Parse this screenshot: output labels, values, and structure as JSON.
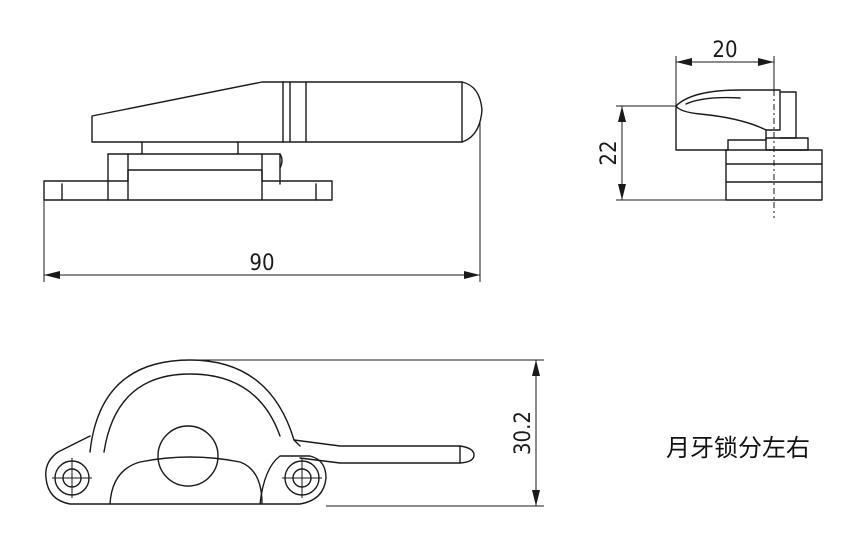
{
  "dimensions": {
    "front_length": "90",
    "side_width": "20",
    "side_height": "22",
    "top_height": "30.2"
  },
  "caption": "月牙锁分左右"
}
